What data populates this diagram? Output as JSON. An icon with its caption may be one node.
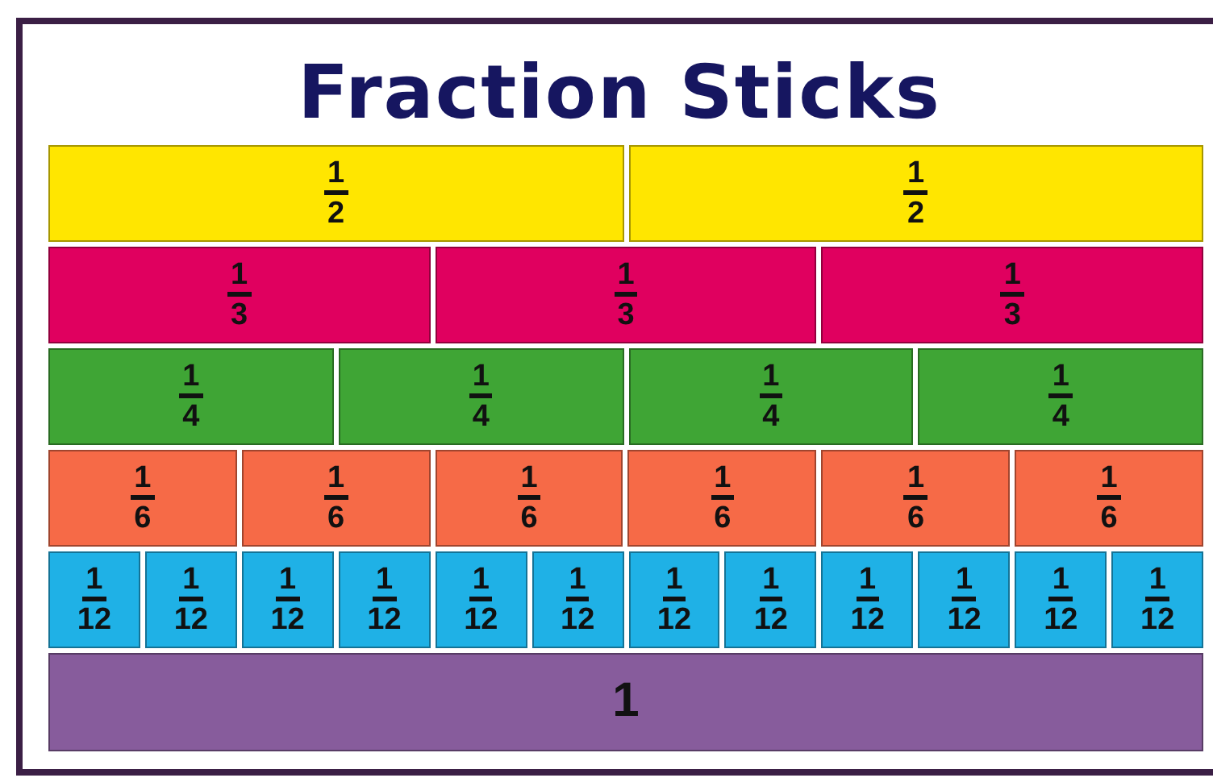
{
  "diagram": {
    "title": "Fraction Sticks",
    "nodes": [
      {
        "text": [
          "1",
          "2"
        ]
      },
      {
        "text": [
          "1",
          "2"
        ]
      },
      {
        "text": [
          "1",
          "3"
        ]
      },
      {
        "text": [
          "1",
          "3"
        ]
      },
      {
        "text": [
          "1",
          "3"
        ]
      },
      {
        "text": [
          "1",
          "4"
        ]
      },
      {
        "text": [
          "1",
          "4"
        ]
      },
      {
        "text": [
          "1",
          "4"
        ]
      },
      {
        "text": [
          "1",
          "4"
        ]
      },
      {
        "text": [
          "1",
          "6"
        ]
      },
      {
        "text": [
          "1",
          "6"
        ]
      },
      {
        "text": [
          "1",
          "6"
        ]
      },
      {
        "text": [
          "1",
          "6"
        ]
      },
      {
        "text": [
          "1",
          "6"
        ]
      },
      {
        "text": [
          "1",
          "6"
        ]
      },
      {
        "text": [
          "1",
          "12"
        ]
      },
      {
        "text": [
          "1",
          "12"
        ]
      },
      {
        "text": [
          "1",
          "12"
        ]
      },
      {
        "text": [
          "1",
          "12"
        ]
      },
      {
        "text": [
          "1",
          "12"
        ]
      },
      {
        "text": [
          "1",
          "12"
        ]
      },
      {
        "text": [
          "1",
          "12"
        ]
      },
      {
        "text": [
          "1",
          "12"
        ]
      },
      {
        "text": [
          "1",
          "12"
        ]
      },
      {
        "text": [
          "1",
          "12"
        ]
      },
      {
        "text": [
          "1",
          "12"
        ]
      },
      {
        "text": [
          "1",
          "12"
        ]
      },
      {
        "text": [
          "1"
        ]
      }
    ]
  }
}
